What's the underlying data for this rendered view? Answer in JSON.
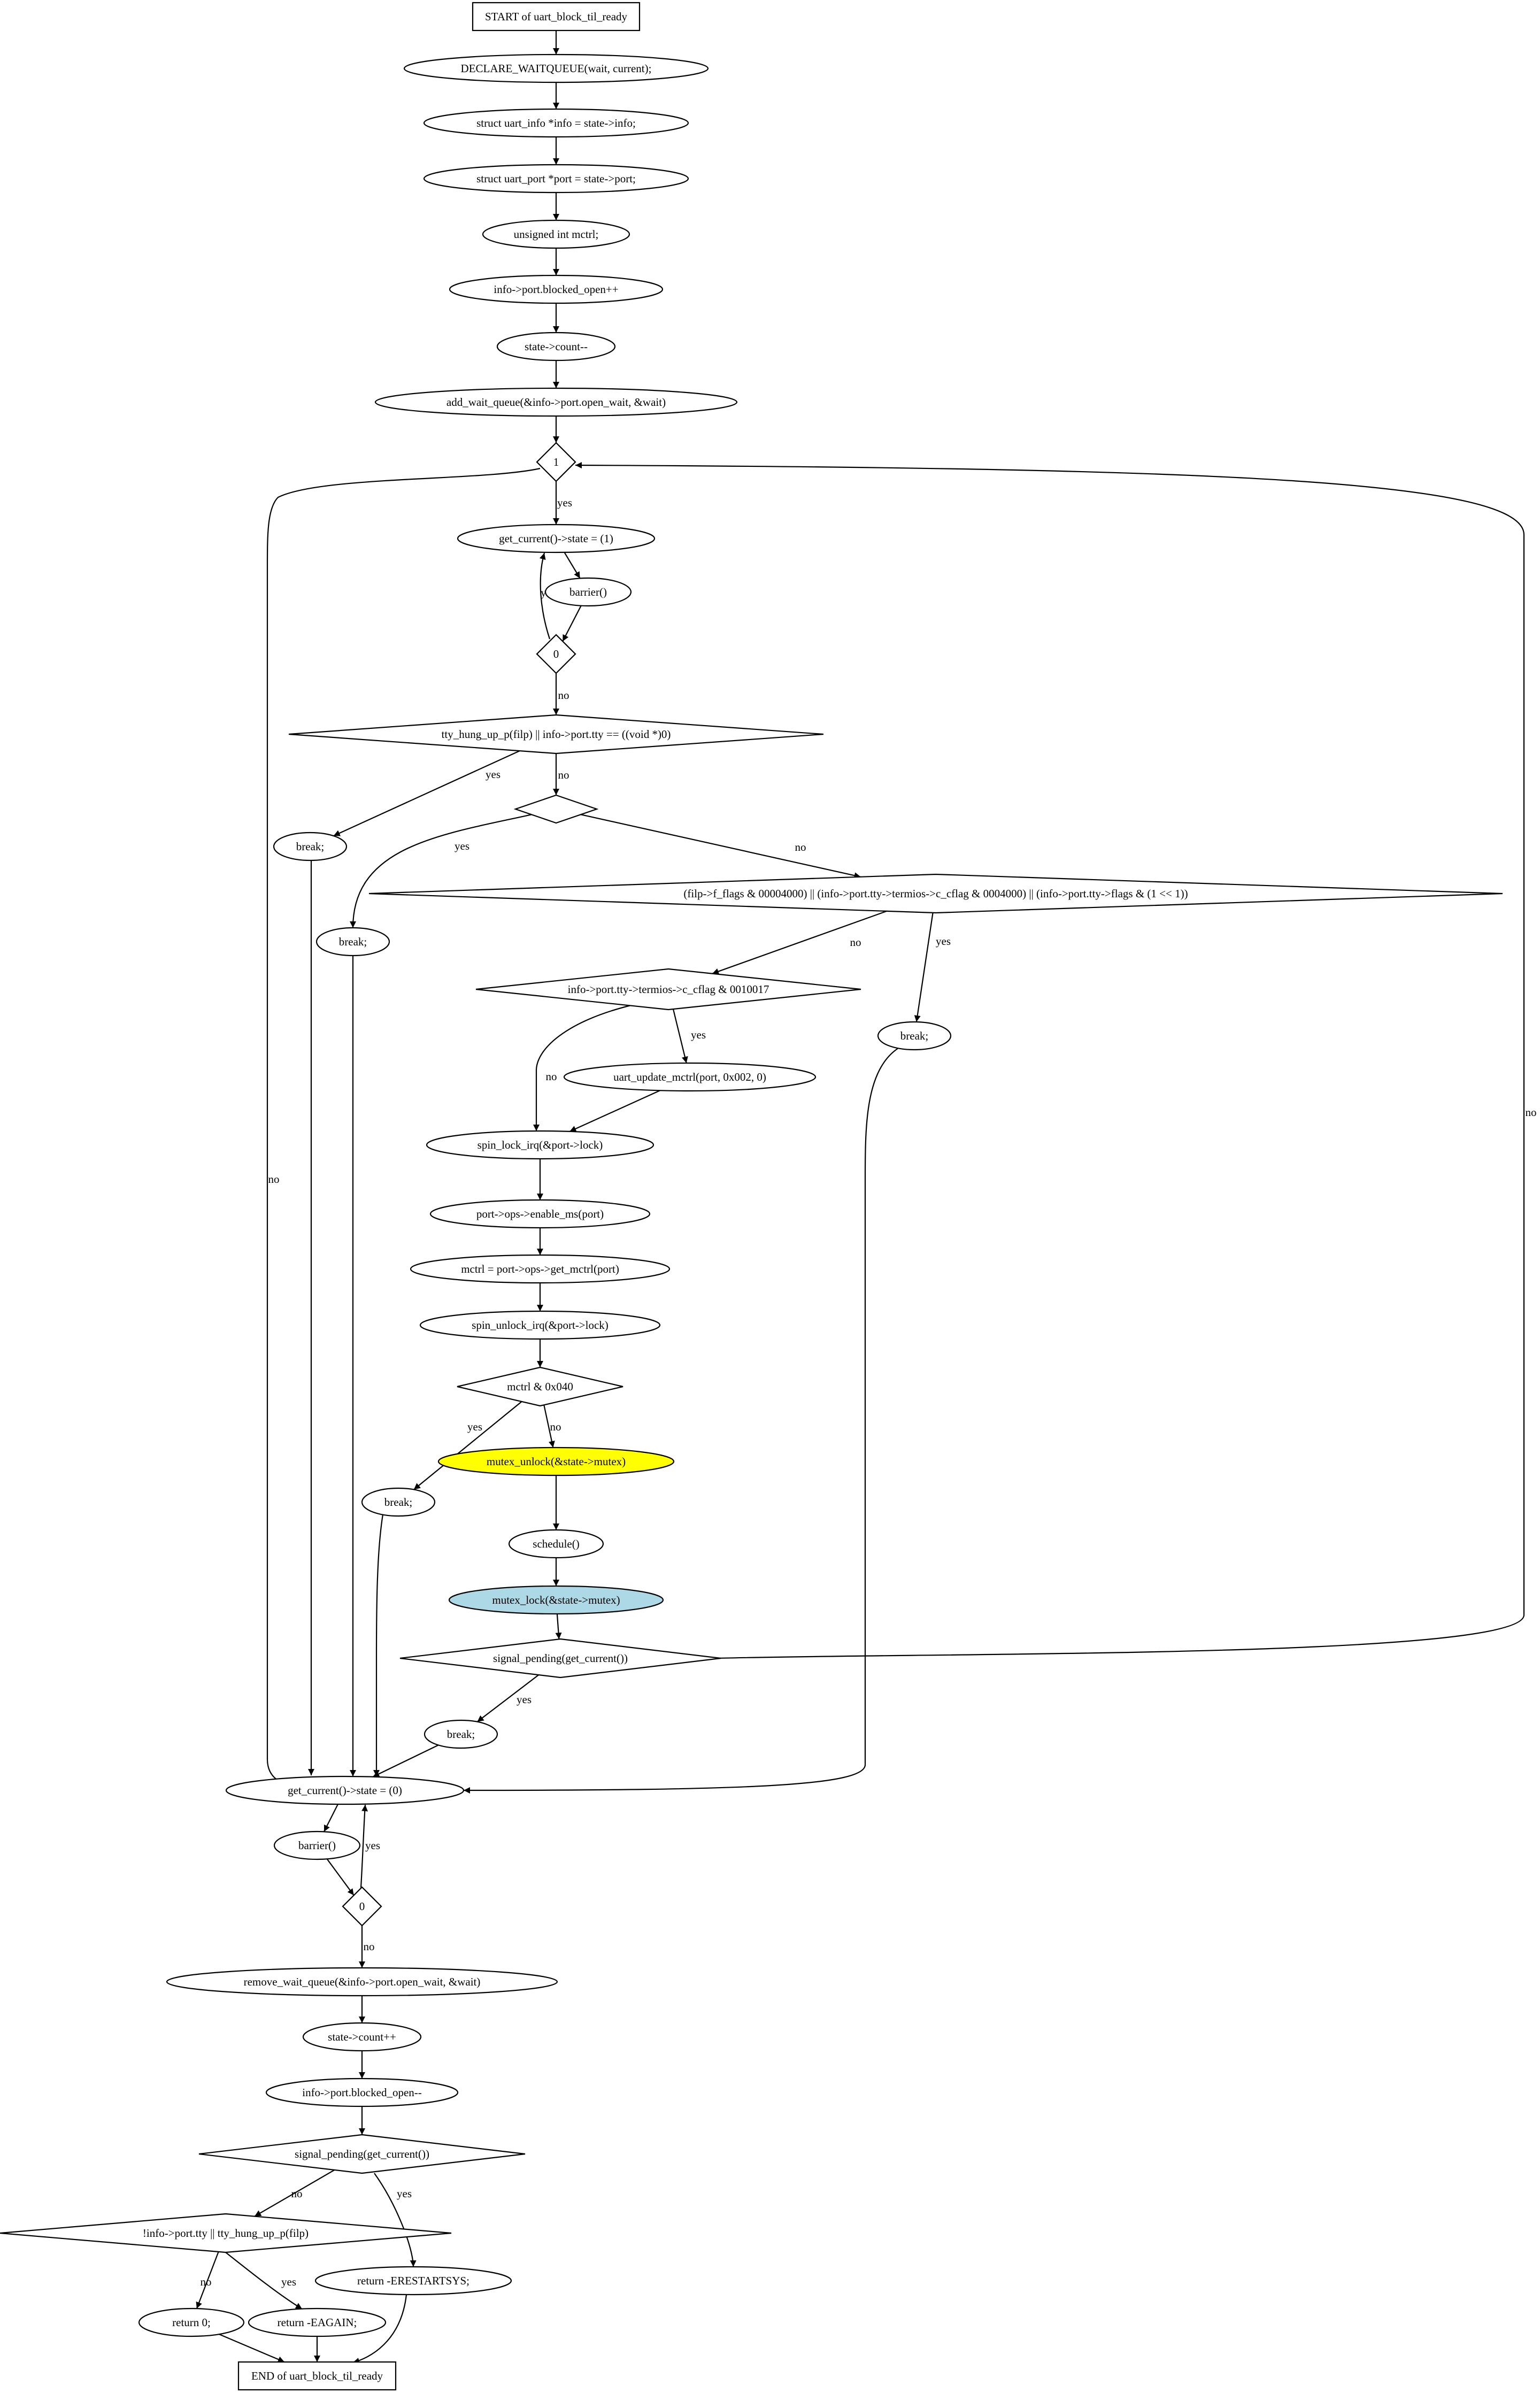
{
  "colors": {
    "background": "#ffffff",
    "stroke": "#000000",
    "default_fill": "#ffffff",
    "highlight_yellow": "#ffff00",
    "highlight_blue": "#add8e6"
  },
  "nodes": [
    {
      "id": "n_start",
      "shape": "box",
      "label": "START of uart_block_til_ready"
    },
    {
      "id": "n_declare",
      "shape": "ellipse",
      "label": "DECLARE_WAITQUEUE(wait, current);"
    },
    {
      "id": "n_info",
      "shape": "ellipse",
      "label": "struct uart_info *info = state->info;"
    },
    {
      "id": "n_port",
      "shape": "ellipse",
      "label": "struct uart_port *port = state->port;"
    },
    {
      "id": "n_mctrl_decl",
      "shape": "ellipse",
      "label": "unsigned int mctrl;"
    },
    {
      "id": "n_blocked_inc",
      "shape": "ellipse",
      "label": "info->port.blocked_open++"
    },
    {
      "id": "n_count_dec",
      "shape": "ellipse",
      "label": "state->count--"
    },
    {
      "id": "n_add_wait",
      "shape": "ellipse",
      "label": "add_wait_queue(&info->port.open_wait, &wait)"
    },
    {
      "id": "n_loop",
      "shape": "diamond",
      "label": "1"
    },
    {
      "id": "n_set_state1",
      "shape": "ellipse",
      "label": "get_current()->state = (1)"
    },
    {
      "id": "n_barrier1",
      "shape": "ellipse",
      "label": "barrier()"
    },
    {
      "id": "n_zero1",
      "shape": "diamond",
      "label": "0"
    },
    {
      "id": "n_hungup",
      "shape": "diamond",
      "label": "tty_hung_up_p(filp) || info->port.tty == ((void *)0)"
    },
    {
      "id": "n_break1",
      "shape": "ellipse",
      "label": "break;"
    },
    {
      "id": "n_empty_dia",
      "shape": "diamond",
      "label": ""
    },
    {
      "id": "n_break2",
      "shape": "ellipse",
      "label": "break;"
    },
    {
      "id": "n_flags",
      "shape": "diamond",
      "label": "(filp->f_flags & 00004000) || (info->port.tty->termios->c_cflag & 0004000) || (info->port.tty->flags & (1 << 1))"
    },
    {
      "id": "n_cflag",
      "shape": "diamond",
      "label": "info->port.tty->termios->c_cflag & 0010017"
    },
    {
      "id": "n_break3",
      "shape": "ellipse",
      "label": "break;"
    },
    {
      "id": "n_update_mctrl",
      "shape": "ellipse",
      "label": "uart_update_mctrl(port, 0x002, 0)"
    },
    {
      "id": "n_spin_lock",
      "shape": "ellipse",
      "label": "spin_lock_irq(&port->lock)"
    },
    {
      "id": "n_enable_ms",
      "shape": "ellipse",
      "label": "port->ops->enable_ms(port)"
    },
    {
      "id": "n_get_mctrl",
      "shape": "ellipse",
      "label": "mctrl = port->ops->get_mctrl(port)"
    },
    {
      "id": "n_spin_unlock",
      "shape": "ellipse",
      "label": "spin_unlock_irq(&port->lock)"
    },
    {
      "id": "n_mctrl_test",
      "shape": "diamond",
      "label": "mctrl & 0x040"
    },
    {
      "id": "n_break4",
      "shape": "ellipse",
      "label": "break;"
    },
    {
      "id": "n_mutex_unlock",
      "shape": "ellipse",
      "label": "mutex_unlock(&state->mutex)",
      "fill": "#ffff00"
    },
    {
      "id": "n_schedule",
      "shape": "ellipse",
      "label": "schedule()"
    },
    {
      "id": "n_mutex_lock",
      "shape": "ellipse",
      "label": "mutex_lock(&state->mutex)",
      "fill": "#add8e6"
    },
    {
      "id": "n_sig_pending1",
      "shape": "diamond",
      "label": "signal_pending(get_current())"
    },
    {
      "id": "n_break5",
      "shape": "ellipse",
      "label": "break;"
    },
    {
      "id": "n_set_state0",
      "shape": "ellipse",
      "label": "get_current()->state = (0)"
    },
    {
      "id": "n_barrier2",
      "shape": "ellipse",
      "label": "barrier()"
    },
    {
      "id": "n_zero2",
      "shape": "diamond",
      "label": "0"
    },
    {
      "id": "n_remove_wait",
      "shape": "ellipse",
      "label": "remove_wait_queue(&info->port.open_wait, &wait)"
    },
    {
      "id": "n_count_inc",
      "shape": "ellipse",
      "label": "state->count++"
    },
    {
      "id": "n_blocked_dec",
      "shape": "ellipse",
      "label": "info->port.blocked_open--"
    },
    {
      "id": "n_sig_pending2",
      "shape": "diamond",
      "label": "signal_pending(get_current())"
    },
    {
      "id": "n_tty_check",
      "shape": "diamond",
      "label": "!info->port.tty || tty_hung_up_p(filp)"
    },
    {
      "id": "n_restartsys",
      "shape": "ellipse",
      "label": "return -ERESTARTSYS;"
    },
    {
      "id": "n_return0",
      "shape": "ellipse",
      "label": "return 0;"
    },
    {
      "id": "n_eagain",
      "shape": "ellipse",
      "label": "return -EAGAIN;"
    },
    {
      "id": "n_end",
      "shape": "box",
      "label": "END of uart_block_til_ready"
    }
  ],
  "edges": [
    {
      "from": "n_start",
      "to": "n_declare",
      "label": ""
    },
    {
      "from": "n_declare",
      "to": "n_info",
      "label": ""
    },
    {
      "from": "n_info",
      "to": "n_port",
      "label": ""
    },
    {
      "from": "n_port",
      "to": "n_mctrl_decl",
      "label": ""
    },
    {
      "from": "n_mctrl_decl",
      "to": "n_blocked_inc",
      "label": ""
    },
    {
      "from": "n_blocked_inc",
      "to": "n_count_dec",
      "label": ""
    },
    {
      "from": "n_count_dec",
      "to": "n_add_wait",
      "label": ""
    },
    {
      "from": "n_add_wait",
      "to": "n_loop",
      "label": ""
    },
    {
      "from": "n_loop",
      "to": "n_set_state1",
      "label": "yes"
    },
    {
      "from": "n_loop",
      "to": "n_set_state0",
      "label": "no"
    },
    {
      "from": "n_set_state1",
      "to": "n_barrier1",
      "label": ""
    },
    {
      "from": "n_barrier1",
      "to": "n_zero1",
      "label": ""
    },
    {
      "from": "n_zero1",
      "to": "n_set_state1",
      "label": "yes"
    },
    {
      "from": "n_zero1",
      "to": "n_hungup",
      "label": "no"
    },
    {
      "from": "n_hungup",
      "to": "n_break1",
      "label": "yes"
    },
    {
      "from": "n_hungup",
      "to": "n_empty_dia",
      "label": "no"
    },
    {
      "from": "n_empty_dia",
      "to": "n_break2",
      "label": "yes"
    },
    {
      "from": "n_empty_dia",
      "to": "n_flags",
      "label": "no"
    },
    {
      "from": "n_flags",
      "to": "n_cflag",
      "label": "no"
    },
    {
      "from": "n_flags",
      "to": "n_break3",
      "label": "yes"
    },
    {
      "from": "n_cflag",
      "to": "n_update_mctrl",
      "label": "yes"
    },
    {
      "from": "n_cflag",
      "to": "n_spin_lock",
      "label": "no"
    },
    {
      "from": "n_update_mctrl",
      "to": "n_spin_lock",
      "label": ""
    },
    {
      "from": "n_spin_lock",
      "to": "n_enable_ms",
      "label": ""
    },
    {
      "from": "n_enable_ms",
      "to": "n_get_mctrl",
      "label": ""
    },
    {
      "from": "n_get_mctrl",
      "to": "n_spin_unlock",
      "label": ""
    },
    {
      "from": "n_spin_unlock",
      "to": "n_mctrl_test",
      "label": ""
    },
    {
      "from": "n_mctrl_test",
      "to": "n_break4",
      "label": "yes"
    },
    {
      "from": "n_mctrl_test",
      "to": "n_mutex_unlock",
      "label": "no"
    },
    {
      "from": "n_mutex_unlock",
      "to": "n_schedule",
      "label": ""
    },
    {
      "from": "n_schedule",
      "to": "n_mutex_lock",
      "label": ""
    },
    {
      "from": "n_mutex_lock",
      "to": "n_sig_pending1",
      "label": ""
    },
    {
      "from": "n_sig_pending1",
      "to": "n_break5",
      "label": "yes"
    },
    {
      "from": "n_sig_pending1",
      "to": "n_loop",
      "label": "no"
    },
    {
      "from": "n_break1",
      "to": "n_set_state0",
      "label": ""
    },
    {
      "from": "n_break2",
      "to": "n_set_state0",
      "label": ""
    },
    {
      "from": "n_break3",
      "to": "n_set_state0",
      "label": ""
    },
    {
      "from": "n_break4",
      "to": "n_set_state0",
      "label": ""
    },
    {
      "from": "n_break5",
      "to": "n_set_state0",
      "label": ""
    },
    {
      "from": "n_set_state0",
      "to": "n_barrier2",
      "label": ""
    },
    {
      "from": "n_barrier2",
      "to": "n_zero2",
      "label": ""
    },
    {
      "from": "n_zero2",
      "to": "n_set_state0",
      "label": "yes"
    },
    {
      "from": "n_zero2",
      "to": "n_remove_wait",
      "label": "no"
    },
    {
      "from": "n_remove_wait",
      "to": "n_count_inc",
      "label": ""
    },
    {
      "from": "n_count_inc",
      "to": "n_blocked_dec",
      "label": ""
    },
    {
      "from": "n_blocked_dec",
      "to": "n_sig_pending2",
      "label": ""
    },
    {
      "from": "n_sig_pending2",
      "to": "n_tty_check",
      "label": "no"
    },
    {
      "from": "n_sig_pending2",
      "to": "n_restartsys",
      "label": "yes"
    },
    {
      "from": "n_tty_check",
      "to": "n_return0",
      "label": "no"
    },
    {
      "from": "n_tty_check",
      "to": "n_eagain",
      "label": "yes"
    },
    {
      "from": "n_restartsys",
      "to": "n_end",
      "label": ""
    },
    {
      "from": "n_return0",
      "to": "n_end",
      "label": ""
    },
    {
      "from": "n_eagain",
      "to": "n_end",
      "label": ""
    }
  ]
}
